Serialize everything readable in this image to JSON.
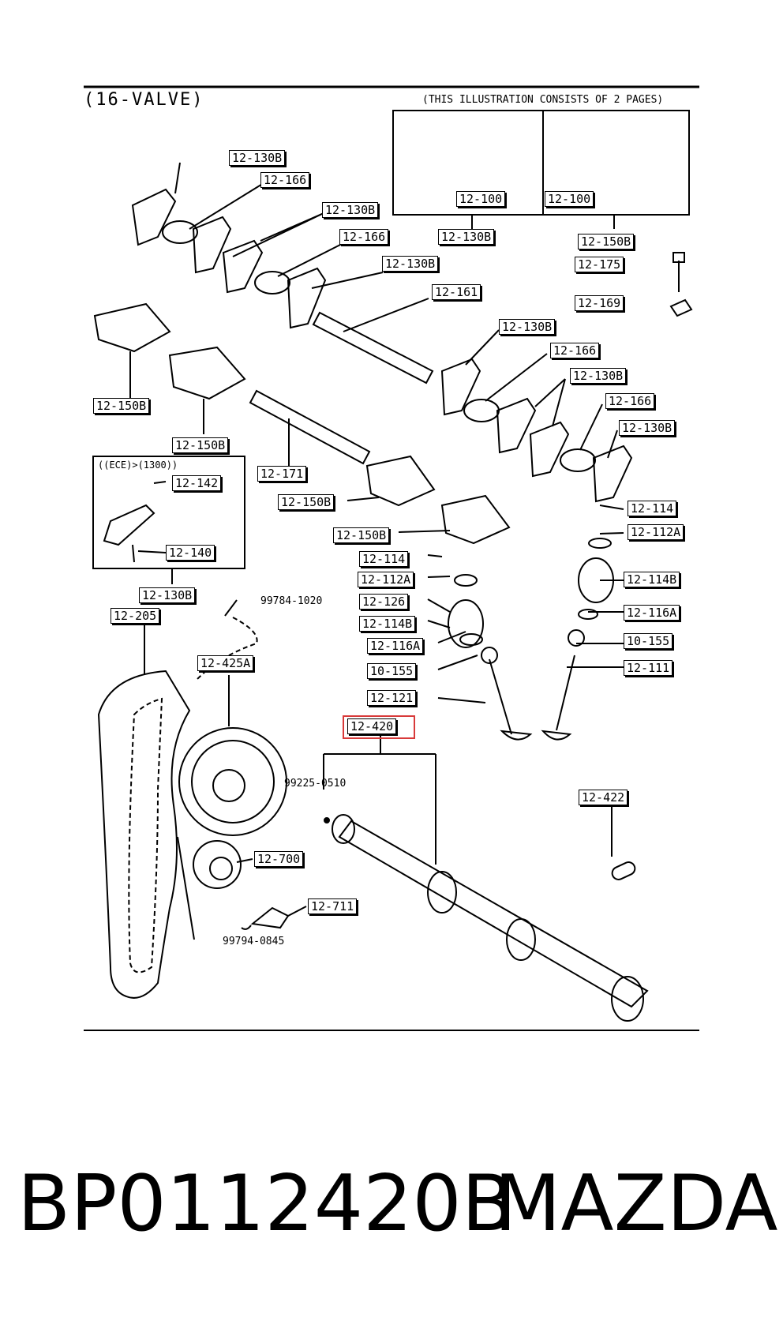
{
  "header": {
    "left": "(16-VALVE)",
    "right": "(THIS ILLUSTRATION CONSISTS OF  2 PAGES)"
  },
  "inset": {
    "condition": "((ECE)>(1300))"
  },
  "labels": {
    "l_130b_1": "12-130B",
    "l_166_1": "12-166",
    "l_130b_2": "12-130B",
    "l_166_2": "12-166",
    "l_130b_3": "12-130B",
    "l_161": "12-161",
    "l_100a": "12-100",
    "l_100b": "12-100",
    "l_130b_box": "12-130B",
    "l_150b_box": "12-150B",
    "l_175": "12-175",
    "l_169": "12-169",
    "l_130b_4": "12-130B",
    "l_166_3": "12-166",
    "l_130b_5": "12-130B",
    "l_166_4": "12-166",
    "l_130b_6": "12-130B",
    "l_150b_1": "12-150B",
    "l_150b_2": "12-150B",
    "l_142": "12-142",
    "l_140": "12-140",
    "l_130b_inset": "12-130B",
    "l_171": "12-171",
    "l_150b_3": "12-150B",
    "l_150b_4": "12-150B",
    "l_114_r": "12-114",
    "l_112a_r": "12-112A",
    "l_114_l": "12-114",
    "l_112a_l": "12-112A",
    "l_126": "12-126",
    "l_114b_l": "12-114B",
    "l_116a_l": "12-116A",
    "l_155_l": "10-155",
    "l_121": "12-121",
    "l_114b_r": "12-114B",
    "l_116a_r": "12-116A",
    "l_155_r": "10-155",
    "l_111": "12-111",
    "l_205": "12-205",
    "l_425a": "12-425A",
    "l_420": "12-420",
    "l_422": "12-422",
    "l_700": "12-700",
    "l_711": "12-711"
  },
  "part_numbers": {
    "bolt_top": "99784-1020",
    "pin": "99225-0510",
    "bolt_bottom": "99794-0845"
  },
  "highlight_label": "12-420",
  "footer": {
    "part_number": "BP0112420B",
    "brand": "MAZDA"
  }
}
